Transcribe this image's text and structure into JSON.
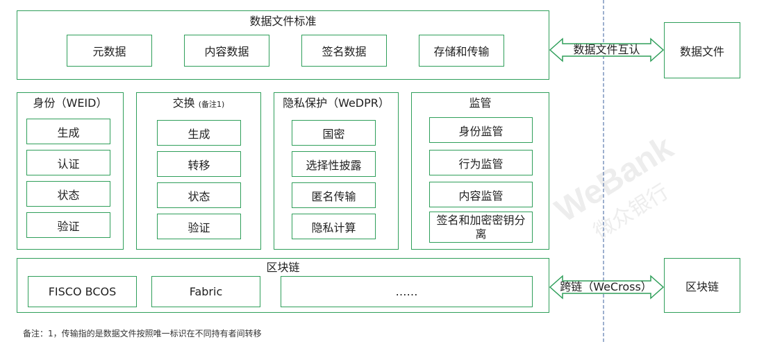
{
  "standard": {
    "title": "数据文件标准",
    "items": [
      "元数据",
      "内容数据",
      "签名数据",
      "存储和传输"
    ]
  },
  "identity": {
    "title": "身份（WEID）",
    "items": [
      "生成",
      "认证",
      "状态",
      "验证"
    ]
  },
  "exchange": {
    "title": "交换",
    "note": "(备注1)",
    "items": [
      "生成",
      "转移",
      "状态",
      "验证"
    ]
  },
  "privacy": {
    "title": "隐私保护（WeDPR）",
    "items": [
      "国密",
      "选择性披露",
      "匿名传输",
      "隐私计算"
    ]
  },
  "supervision": {
    "title": "监管",
    "items": [
      "身份监管",
      "行为监管",
      "内容监管",
      "签名和加密密钥分离"
    ]
  },
  "blockchain": {
    "title": "区块链",
    "items": [
      "FISCO BCOS",
      "Fabric",
      "……"
    ]
  },
  "external": {
    "data_file": "数据文件",
    "data_file_link": "数据文件互认",
    "chain": "区块链",
    "chain_link": "跨链（WeCross）"
  },
  "footnote": "备注：1，传输指的是数据文件按照唯一标识在不同持有者间转移",
  "watermark": {
    "text": "WeBank",
    "subtext": "微众银行"
  },
  "colors": {
    "border": "#2e9e59",
    "watermark": "#e9ece9"
  }
}
